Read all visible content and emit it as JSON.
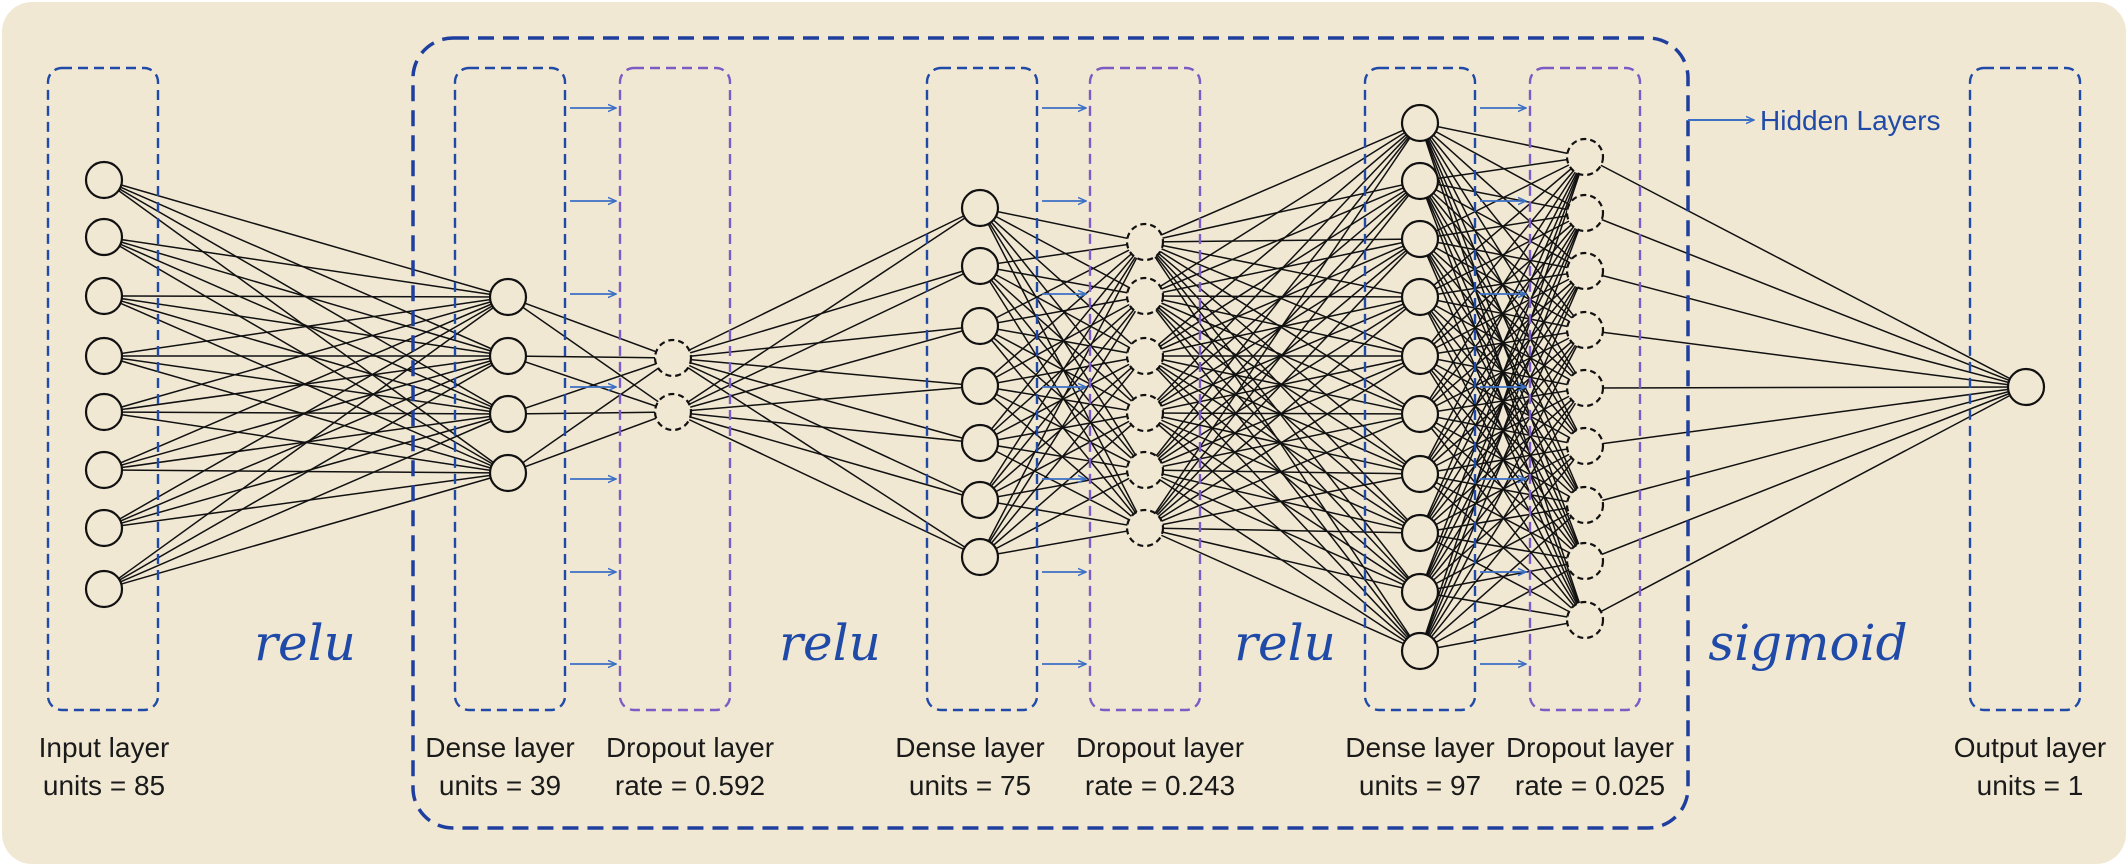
{
  "colors": {
    "background": "#f1e8d4",
    "layer_box": "#1f4aa8",
    "dropout_box": "#7d5bc4",
    "hidden_box": "#1f3f9e",
    "arrow": "#3a6fc4",
    "activation_text": "#1f4aa8",
    "neuron": "#111111"
  },
  "layers": [
    {
      "id": "input",
      "kind": "dense",
      "name": "Input layer",
      "param": "units = 85",
      "neurons": 8
    },
    {
      "id": "dense1",
      "kind": "dense",
      "name": "Dense layer",
      "param": "units = 39",
      "neurons": 4
    },
    {
      "id": "dropout1",
      "kind": "dropout",
      "name": "Dropout layer",
      "param": "rate = 0.592",
      "neurons": 2
    },
    {
      "id": "dense2",
      "kind": "dense",
      "name": "Dense layer",
      "param": "units = 75",
      "neurons": 7
    },
    {
      "id": "dropout2",
      "kind": "dropout",
      "name": "Dropout layer",
      "param": "rate = 0.243",
      "neurons": 6
    },
    {
      "id": "dense3",
      "kind": "dense",
      "name": "Dense layer",
      "param": "units = 97",
      "neurons": 10
    },
    {
      "id": "dropout3",
      "kind": "dropout",
      "name": "Dropout layer",
      "param": "rate = 0.025",
      "neurons": 9
    },
    {
      "id": "output",
      "kind": "dense",
      "name": "Output layer",
      "param": "units = 1",
      "neurons": 1
    }
  ],
  "activations": [
    "relu",
    "relu",
    "relu",
    "sigmoid"
  ],
  "hidden_label": "Hidden Layers"
}
